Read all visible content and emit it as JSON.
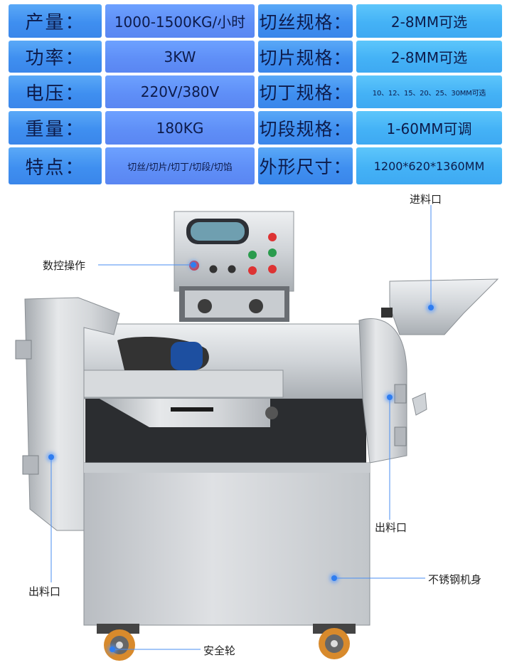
{
  "specs": {
    "rows": [
      {
        "label": "产量：",
        "value": "1000-1500KG/小时",
        "label2": "切丝规格：",
        "value2": "2-8MM可选"
      },
      {
        "label": "功率：",
        "value": "3KW",
        "label2": "切片规格：",
        "value2": "2-8MM可选"
      },
      {
        "label": "电压：",
        "value": "220V/380V",
        "label2": "切丁规格：",
        "value2": "10、12、15、20、25、30MM可选"
      },
      {
        "label": "重量：",
        "value": "180KG",
        "label2": "切段规格：",
        "value2": "1-60MM可调"
      },
      {
        "label": "特点：",
        "value": "切丝/切片/切丁/切段/切馅",
        "label2": "外形尺寸：",
        "value2": "1200*620*1360MM"
      }
    ]
  },
  "callouts": {
    "control_panel": "数控操作",
    "feed_inlet": "进料口",
    "outlet_right": "出料口",
    "outlet_left": "出料口",
    "body": "不锈钢机身",
    "wheel": "安全轮"
  },
  "colors": {
    "label_blue": "#3f8ff0",
    "value_blue": "#5f8ff7",
    "value_cyan": "#44b2f6",
    "steel": "#c9ccd0",
    "wheel_orange": "#d88a2c",
    "callout_dot": "#2f7df0"
  }
}
